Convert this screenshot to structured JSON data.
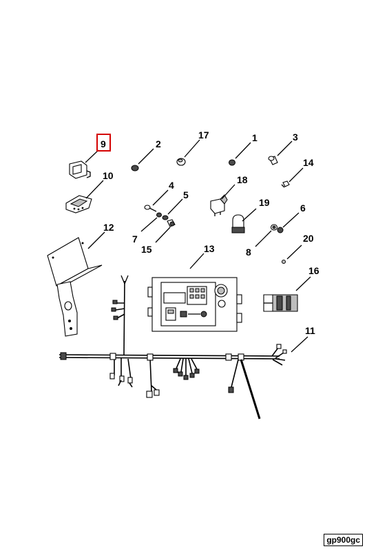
{
  "diagram": {
    "highlighted_callout": "9",
    "callouts": [
      {
        "id": "c1",
        "text": "1"
      },
      {
        "id": "c2",
        "text": "2"
      },
      {
        "id": "c3",
        "text": "3"
      },
      {
        "id": "c4",
        "text": "4"
      },
      {
        "id": "c5",
        "text": "5"
      },
      {
        "id": "c6",
        "text": "6"
      },
      {
        "id": "c7",
        "text": "7"
      },
      {
        "id": "c8",
        "text": "8"
      },
      {
        "id": "c9",
        "text": "9"
      },
      {
        "id": "c10",
        "text": "10"
      },
      {
        "id": "c11",
        "text": "11"
      },
      {
        "id": "c12",
        "text": "12"
      },
      {
        "id": "c13",
        "text": "13"
      },
      {
        "id": "c14",
        "text": "14"
      },
      {
        "id": "c15",
        "text": "15"
      },
      {
        "id": "c16",
        "text": "16"
      },
      {
        "id": "c17",
        "text": "17"
      },
      {
        "id": "c18",
        "text": "18"
      },
      {
        "id": "c19",
        "text": "19"
      },
      {
        "id": "c20",
        "text": "20"
      }
    ],
    "reference_code": "gp900gc",
    "highlight_color": "#d40000"
  }
}
